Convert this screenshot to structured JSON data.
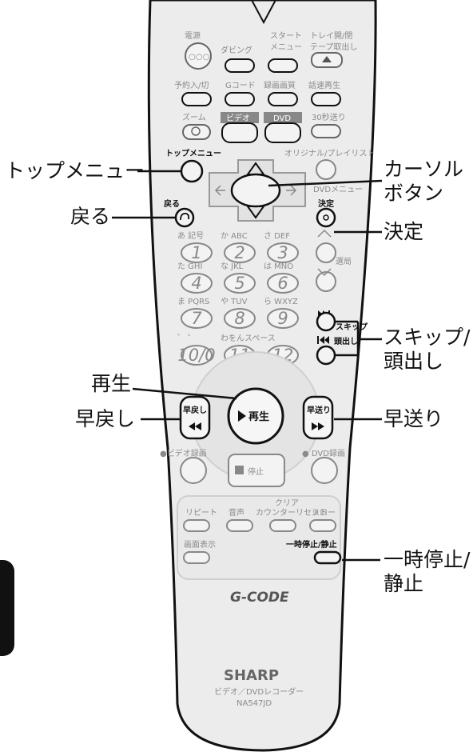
{
  "callouts": {
    "top_menu": "トップメニュー",
    "cursor_button_1": "カーソル",
    "cursor_button_2": "ボタン",
    "back": "戻る",
    "enter": "決定",
    "skip_1": "スキップ/",
    "skip_2": "頭出し",
    "play": "再生",
    "rewind": "早戻し",
    "fast_forward": "早送り",
    "pause_1": "一時停止/",
    "pause_2": "静止"
  },
  "remote": {
    "power": "電源",
    "dubbing": "ダビング",
    "start_menu_1": "スタート",
    "start_menu_2": "メニュー",
    "tray_1": "トレイ開/閉",
    "tray_2": "テープ取出し",
    "timer": "予約入/切",
    "gcode": "Gコード",
    "rec_quality": "録画画質",
    "speed_play": "話速再生",
    "zoom": "ズーム",
    "video_tag": "ビデオ",
    "dvd_tag": "DVD",
    "skip30": "30秒送り",
    "top_menu_label": "トップメニュー",
    "original_playlist": "オリジナル/プレイリスト",
    "dvd_menu": "DVDメニュー",
    "back_label": "戻る",
    "enter_label": "決定",
    "keys": [
      {
        "label": "あ 記号",
        "num": "1"
      },
      {
        "label": "か ABC",
        "num": "2"
      },
      {
        "label": "さ DEF",
        "num": "3"
      },
      {
        "label": "た GHI",
        "num": "4"
      },
      {
        "label": "な JKL",
        "num": "5"
      },
      {
        "label": "は MNO",
        "num": "6"
      },
      {
        "label": "ま PQRS",
        "num": "7"
      },
      {
        "label": "や TUV",
        "num": "8"
      },
      {
        "label": "ら WXYZ",
        "num": "9"
      },
      {
        "label": "゛ ゜",
        "num": "10/0"
      },
      {
        "label": "わをんスペース",
        "num": "11"
      },
      {
        "label": "",
        "num": "12"
      }
    ],
    "channel": "選局",
    "skip_label": "スキップ",
    "cue_label": "頭出し",
    "rewind_label": "早戻し",
    "play_label": "再生",
    "ff_label": "早送り",
    "video_rec": "●ビデオ録画",
    "dvd_rec": "● DVD録画",
    "stop_label": "停止",
    "repeat": "リピート",
    "audio": "音声",
    "clear_1": "クリア",
    "clear_2": "カウンターリセット",
    "slow": "スロー",
    "display": "画面表示",
    "pause_label": "一時停止/静止",
    "gcode_logo": "G-CODE",
    "brand": "SHARP",
    "product": "ビデオ／DVDレコーダー",
    "model": "NA547JD"
  },
  "colors": {
    "remote_body": "#ececec",
    "outline": "#111111",
    "label_gray": "#8a8a8a"
  }
}
